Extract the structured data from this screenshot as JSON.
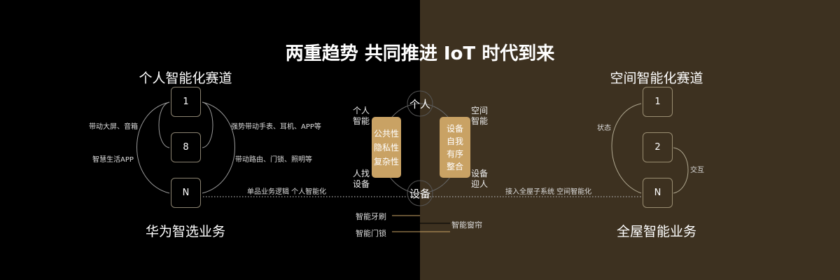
{
  "title": "两重趋势 共同推进 IoT 时代到来",
  "left": {
    "heading": "个人智能化赛道",
    "footer": "华为智选业务",
    "boxes": [
      "1",
      "8",
      "N"
    ],
    "labels": {
      "top_left": "带动大屏、音箱",
      "bottom_left": "智慧生活APP",
      "top_right": "强势带动手表、耳机、APP等",
      "bottom_right": "带动路由、门锁、照明等",
      "link": "单品业务逻辑 个人智能化"
    }
  },
  "right": {
    "heading": "空间智能化赛道",
    "footer": "全屋智能业务",
    "boxes": [
      "1",
      "2",
      "N"
    ],
    "labels": {
      "state": "状态",
      "interact": "交互",
      "link": "接入全屋子系统 空间智能化"
    }
  },
  "center": {
    "top_node": "个人",
    "bottom_node": "设备",
    "left_card": [
      "公共性",
      "隐私性",
      "复杂性"
    ],
    "right_card": [
      "设备",
      "自我",
      "有序",
      "整合"
    ],
    "personal_smart": "个人智能",
    "person_find_device": "人找设备",
    "space_smart": "空间智能",
    "device_greet": "设备迎人",
    "devices": [
      "智能牙刷",
      "智能窗帘",
      "智能门锁"
    ]
  },
  "colors": {
    "left_bg": "#000000",
    "right_bg": "#3d3120",
    "gold": "#c9a264"
  }
}
